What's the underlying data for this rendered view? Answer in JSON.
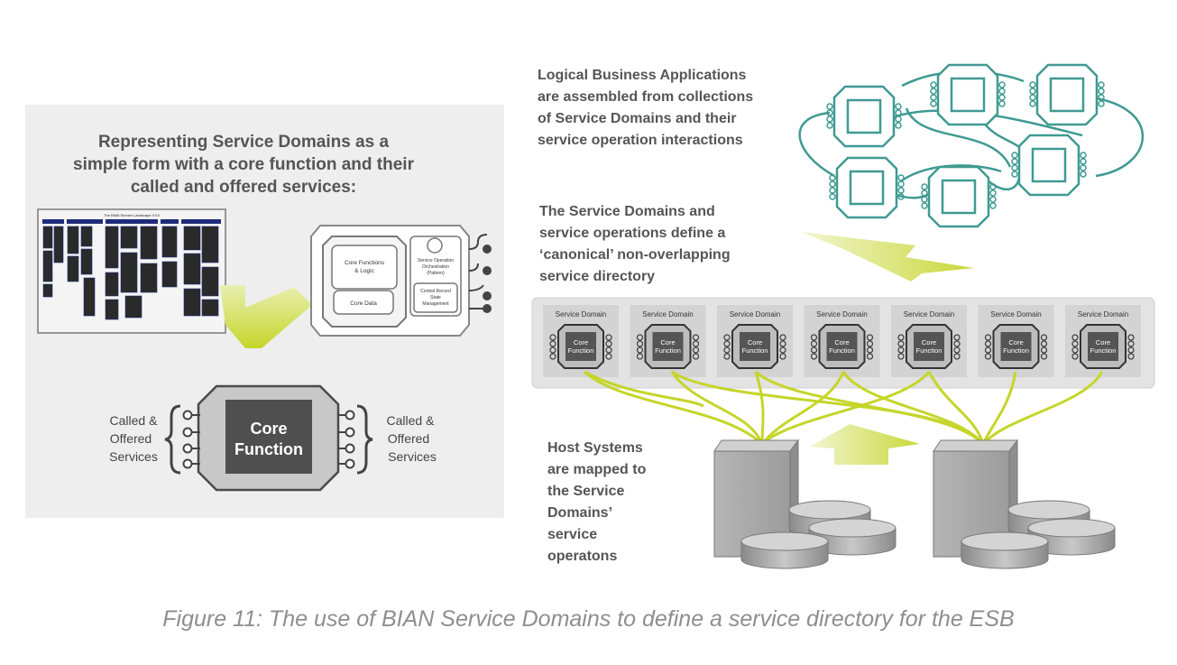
{
  "left_panel": {
    "title_lines": [
      "Representing Service Domains as a",
      "simple form with a core function and their",
      "called and offered services:"
    ],
    "landscape_title": "The BIAN Service Landscape V3.0",
    "core_functions_logic": [
      "Core Functions",
      "& Logic"
    ],
    "core_data": "Core Data",
    "service_orchestration": [
      "Service Operation",
      "Orchestration",
      "(Pattern)"
    ],
    "control_record": [
      "Control Record",
      "State",
      "Management"
    ],
    "core_function": [
      "Core",
      "Function"
    ],
    "called_offered_left": [
      "Called &",
      "Offered",
      "Services"
    ],
    "called_offered_right": [
      "Called &",
      "Offered",
      "Services"
    ]
  },
  "right_panel": {
    "logical_apps_lines": [
      "Logical Business Applications",
      "are assembled from collections",
      "of Service Domains and their",
      "service operation interactions"
    ],
    "canonical_lines": [
      "The Service Domains and",
      "service operations define a",
      "‘canonical’ non-overlapping",
      "service directory"
    ],
    "service_domains": [
      {
        "label": "Service Domain",
        "core": [
          "Core",
          "Function"
        ]
      },
      {
        "label": "Service Domain",
        "core": [
          "Core",
          "Function"
        ]
      },
      {
        "label": "Service Domain",
        "core": [
          "Core",
          "Function"
        ]
      },
      {
        "label": "Service Domain",
        "core": [
          "Core",
          "Function"
        ]
      },
      {
        "label": "Service Domain",
        "core": [
          "Core",
          "Function"
        ]
      },
      {
        "label": "Service Domain",
        "core": [
          "Core",
          "Function"
        ]
      },
      {
        "label": "Service Domain",
        "core": [
          "Core",
          "Function"
        ]
      }
    ],
    "host_systems_lines": [
      "Host Systems",
      "are mapped to",
      "the Service",
      "Domains’",
      "service",
      "operatons"
    ]
  },
  "caption": "Figure 11: The use of BIAN Service Domains to define a service directory for the ESB",
  "colors": {
    "accent_green": "#c5d52a",
    "teal": "#3f9a92",
    "panel_bg": "#eeeeee",
    "text_dark": "#555555"
  }
}
